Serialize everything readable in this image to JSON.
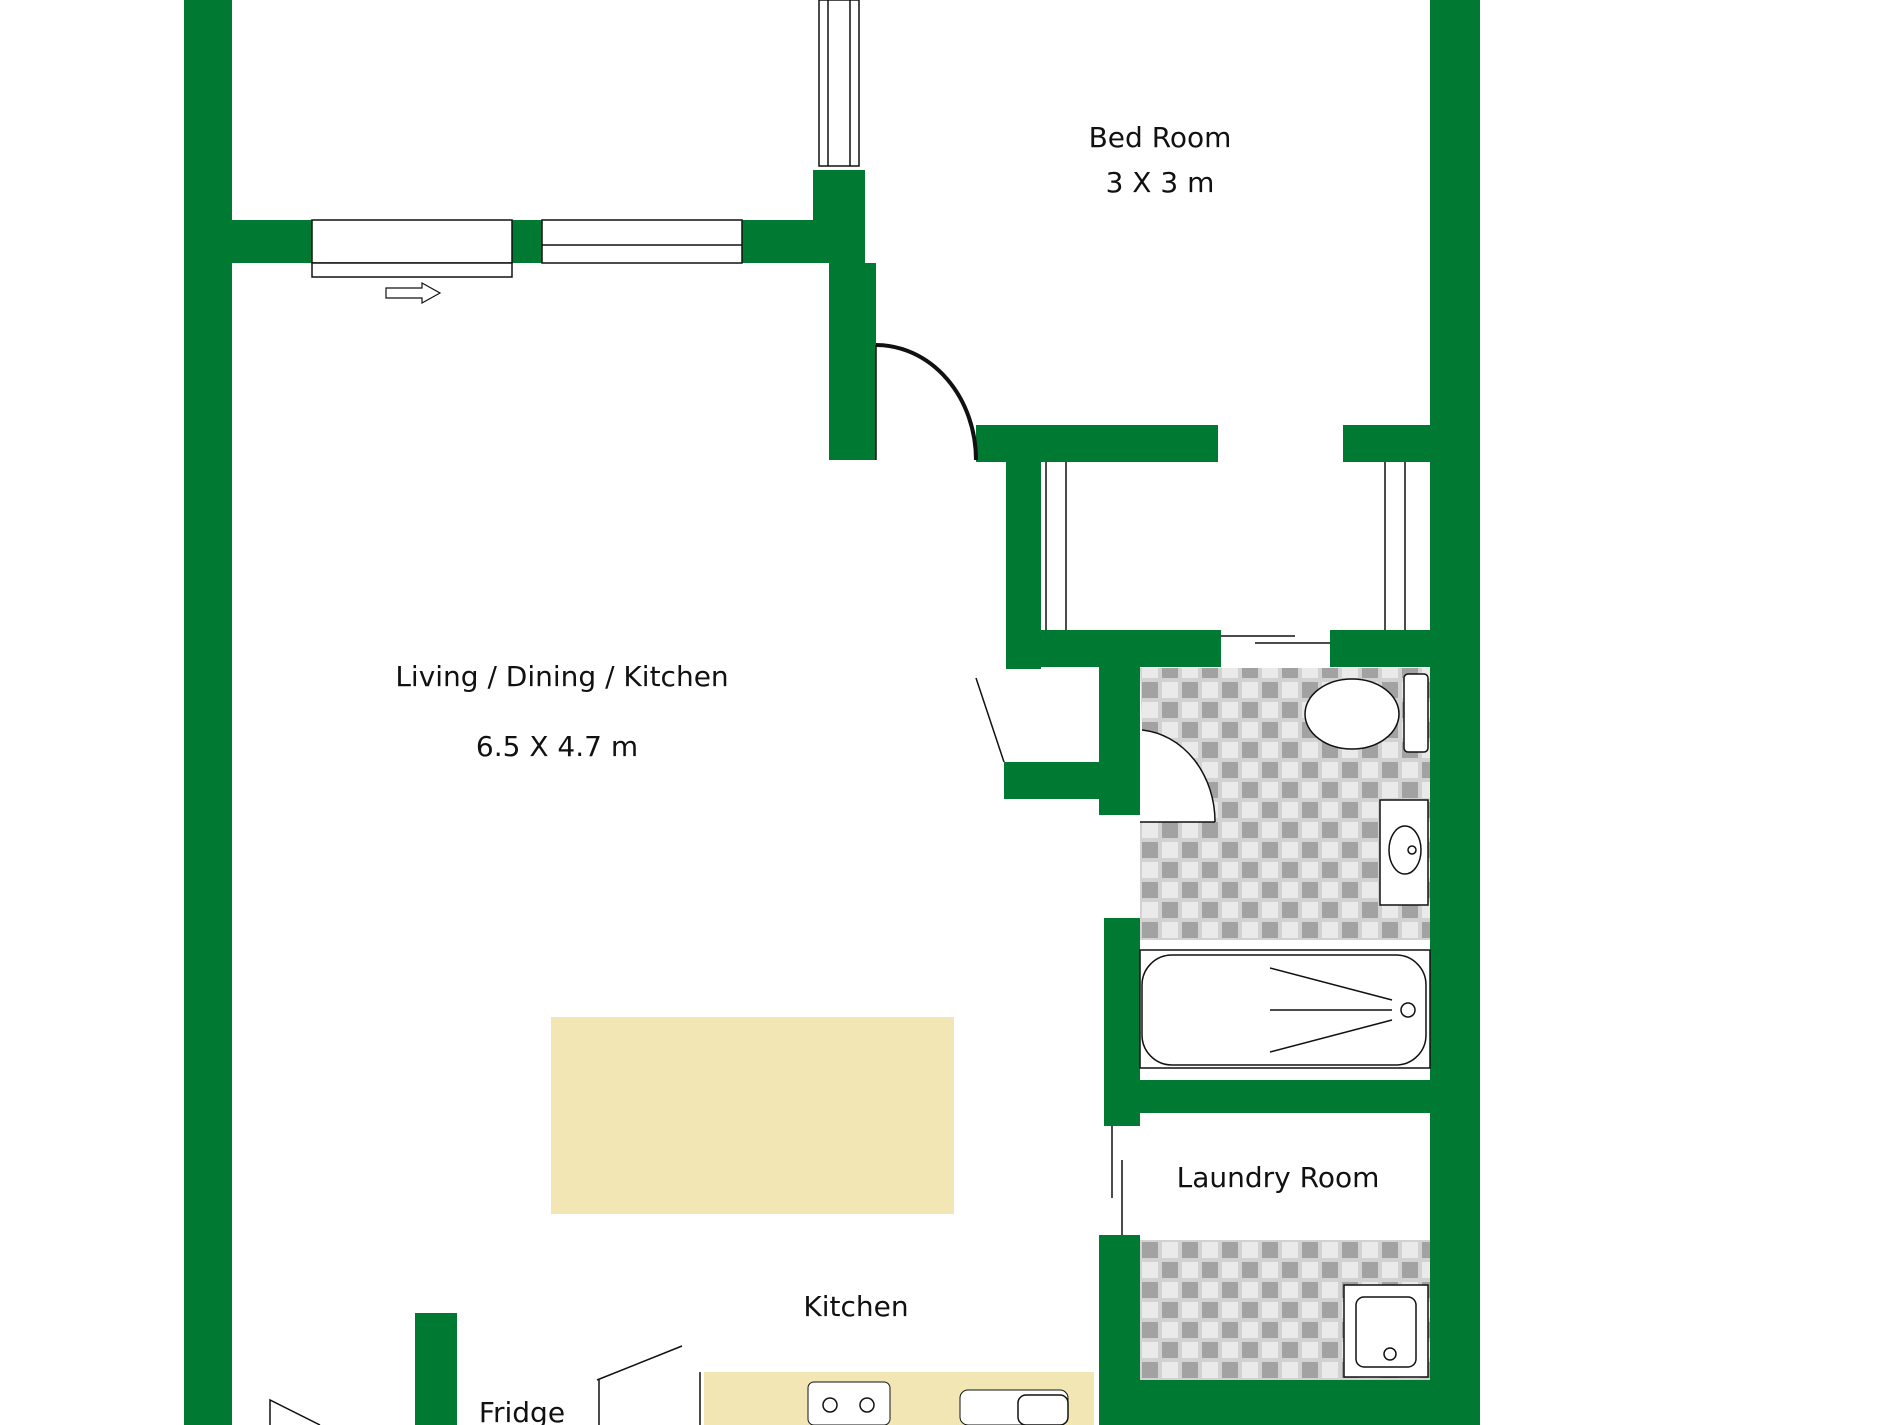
{
  "rooms": {
    "bedroom": {
      "name": "Bed Room",
      "size": "3 X 3 m"
    },
    "living": {
      "name": "Living / Dining / Kitchen",
      "size": "6.5 X 4.7 m"
    },
    "laundry": {
      "name": "Laundry Room"
    },
    "kitchen": {
      "name": "Kitchen"
    },
    "fridge": {
      "name": "Fridge"
    }
  },
  "colors": {
    "wall": "#007a33",
    "table": "#f2e6b4",
    "tile_base": "#d2d2d2",
    "tile_light": "#eaeaea",
    "tile_dark": "#a2a2a2"
  }
}
